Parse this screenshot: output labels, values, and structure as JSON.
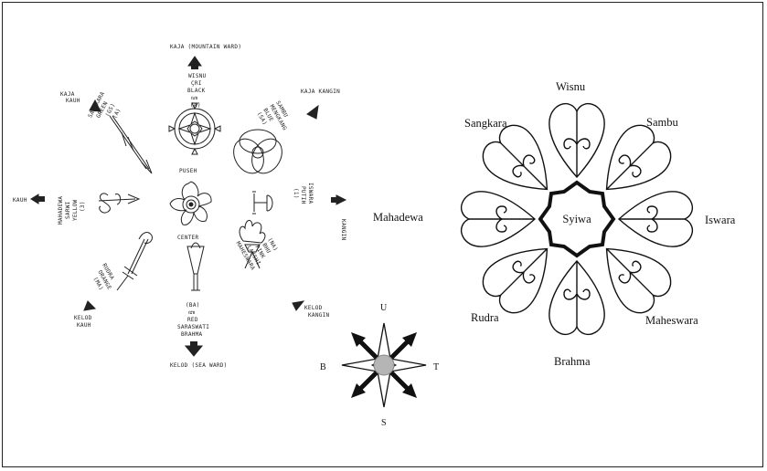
{
  "sketch": {
    "kaja": "KAJA (MOUNTAIN WARD)",
    "wisnu_block": [
      "WISNU",
      "ÇRI",
      "BLACK",
      "ꦲ",
      "(A)"
    ],
    "kaja_kauh": [
      "KAJA",
      "KAUH"
    ],
    "kaja_kauh_block": [
      "SANGKARA",
      "GREEN",
      "(GS)",
      "(A)"
    ],
    "kaja_kangin": "KAJA KANGIN",
    "kaja_kangin_block": [
      "SAMBU",
      "MENGKANG",
      "BLUE",
      "(SA)"
    ],
    "kauh": "KAUH",
    "kauh_block": [
      "MAHADEWA",
      "SARWI",
      "YELLOW",
      "(3)"
    ],
    "kangin": "KANGIN",
    "kangin_block": [
      "ISWARA",
      "PUTIH",
      "(1)"
    ],
    "puseh": "PUSEH",
    "center": "CENTER",
    "kelod_kauh": [
      "KELOD",
      "KAUH"
    ],
    "kelod_kauh_block": [
      "RUDRA",
      "ORANGE",
      "(MA)"
    ],
    "kelod_kangin": [
      "KELOD",
      "KANGIN"
    ],
    "kelod_kangin_block": [
      "(NA)",
      "BHU",
      "PINK",
      "LAKSHI",
      "MAHESWARA"
    ],
    "brahma_block": [
      "(BA)",
      "ꦧ",
      "RED",
      "SARASWATI",
      "BRAHMA"
    ],
    "kelod": "KELOD (SEA WARD)"
  },
  "compass": {
    "north": "U",
    "south": "S",
    "west": "B",
    "east": "T"
  },
  "diagram": {
    "center": "Syiwa",
    "north": "Wisnu",
    "northeast": "Sambu",
    "east": "Iswara",
    "southeast": "Maheswara",
    "south": "Brahma",
    "southwest": "Rudra",
    "west": "Mahadewa",
    "northwest": "Sangkara"
  },
  "colors": {
    "ink": "#111111",
    "line": "#222222",
    "compass_center": "#b5b5b5"
  }
}
